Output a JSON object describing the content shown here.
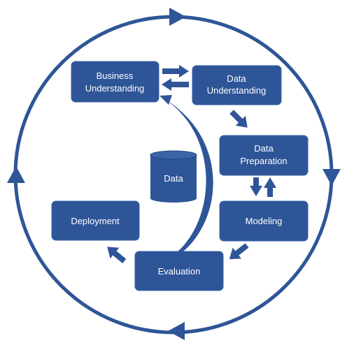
{
  "colors": {
    "primary": "#2E5597",
    "border": "#3A63A8",
    "text": "#FFFFFF",
    "background": "#FFFFFF"
  },
  "phases": {
    "business_understanding": [
      "Business",
      "Understanding"
    ],
    "data_understanding": [
      "Data",
      "Understanding"
    ],
    "data_preparation": [
      "Data",
      "Preparation"
    ],
    "modeling": "Modeling",
    "evaluation": "Evaluation",
    "deployment": "Deployment"
  },
  "center": {
    "data_label": "Data"
  }
}
